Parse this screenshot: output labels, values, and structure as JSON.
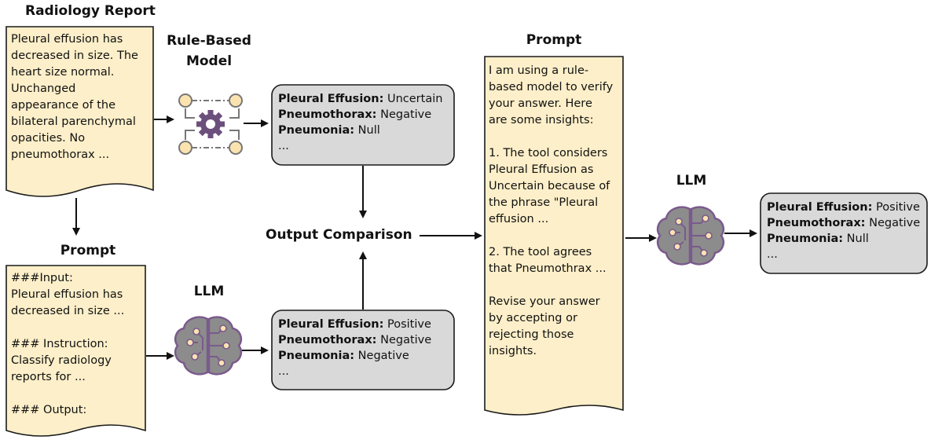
{
  "titles": {
    "radiology_report": "Radiology Report",
    "rule_based_model_line1": "Rule-Based",
    "rule_based_model_line2": "Model",
    "prompt_left": "Prompt",
    "llm_left": "LLM",
    "output_comparison": "Output Comparison",
    "prompt_right": "Prompt",
    "llm_right": "LLM"
  },
  "radiology_report_lines": [
    "Pleural effusion has",
    "decreased in size. The",
    "heart size normal.",
    "Unchanged",
    "appearance of the",
    "bilateral parenchymal",
    "opacities. No",
    "pneumothorax ..."
  ],
  "prompt_left_lines": [
    "###Input:",
    "Pleural effusion has",
    "decreased in size ...",
    "",
    "### Instruction:",
    "Classify radiology",
    "reports for ...",
    "",
    "### Output:"
  ],
  "prompt_right_lines": [
    "I am using a rule-",
    "based model to verify",
    "your answer. Here",
    "are some insights:",
    "",
    "1. The tool considers",
    "Pleural Effusion as",
    "Uncertain because of",
    "the phrase \"Pleural",
    "effusion ...",
    "",
    "2. The tool agrees",
    "that Pneumothrax ...",
    "",
    "Revise your answer",
    "by accepting or",
    "rejecting those",
    "insights."
  ],
  "outputs": {
    "rule_based": {
      "rows": [
        {
          "key": "Pleural Effusion:",
          "value": "Uncertain"
        },
        {
          "key": "Pneumothorax:",
          "value": "Negative"
        },
        {
          "key": "Pneumonia:",
          "value": "Null"
        }
      ],
      "ellipsis": "..."
    },
    "llm_initial": {
      "rows": [
        {
          "key": "Pleural Effusion:",
          "value": "Positive"
        },
        {
          "key": "Pneumothorax:",
          "value": "Negative"
        },
        {
          "key": "Pneumonia:",
          "value": "Negative"
        }
      ],
      "ellipsis": "..."
    },
    "llm_final": {
      "rows": [
        {
          "key": "Pleural Effusion:",
          "value": "Positive"
        },
        {
          "key": "Pneumothorax:",
          "value": "Negative"
        },
        {
          "key": "Pneumonia:",
          "value": "Null"
        }
      ],
      "ellipsis": "..."
    }
  },
  "colors": {
    "document_fill": "#fdefc9",
    "output_fill": "#d9d9d9",
    "stroke": "#1a1a1a",
    "brain_gray": "#8c8c8c",
    "brain_purple": "#7a5a8c",
    "node_fill": "#fbe3b0",
    "gear_purple": "#6b4f7c"
  },
  "icons": {
    "rule_based_model": "gear-network-icon",
    "llm": "brain-circuit-icon"
  }
}
